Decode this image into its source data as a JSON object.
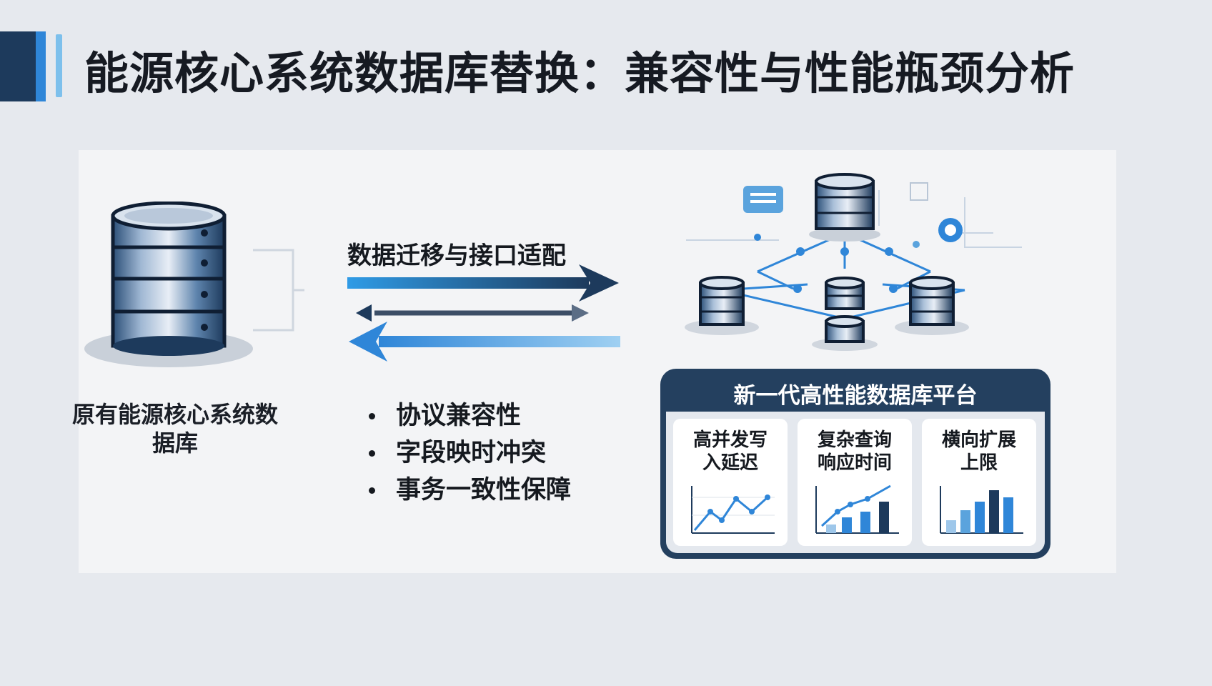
{
  "page": {
    "title": "能源核心系统数据库替换：兼容性与性能瓶颈分析"
  },
  "legacy": {
    "label": "原有能源核心系统数据库"
  },
  "migration": {
    "label": "数据迁移与接口适配",
    "issues": [
      "协议兼容性",
      "字段映时冲突",
      "事务一致性保障"
    ]
  },
  "platform": {
    "title": "新一代高性能数据库平台",
    "metrics": [
      {
        "title": "高并发写入延迟",
        "chart_type": "line",
        "values": [
          1,
          2.2,
          1.5,
          3.1,
          2.2,
          3.3
        ]
      },
      {
        "title": "复杂查询响应时间",
        "chart_type": "bar-line",
        "values": [
          1,
          1.6,
          2.6,
          4.0
        ],
        "line": [
          1.2,
          2.2,
          2.6,
          3.5,
          4.8
        ]
      },
      {
        "title": "横向扩展上限",
        "chart_type": "bar",
        "values": [
          1.6,
          2.8,
          3.8,
          5.2,
          4.4
        ]
      }
    ]
  },
  "colors": {
    "dark_navy": "#1d3a5c",
    "accent_blue": "#2f86d8",
    "light_blue": "#7dc0ec",
    "card_header": "#24405f"
  },
  "icons": {
    "legacy": "database-icon",
    "cluster": "distributed-database-icon",
    "arrows": "bidirectional-arrows-icon"
  }
}
